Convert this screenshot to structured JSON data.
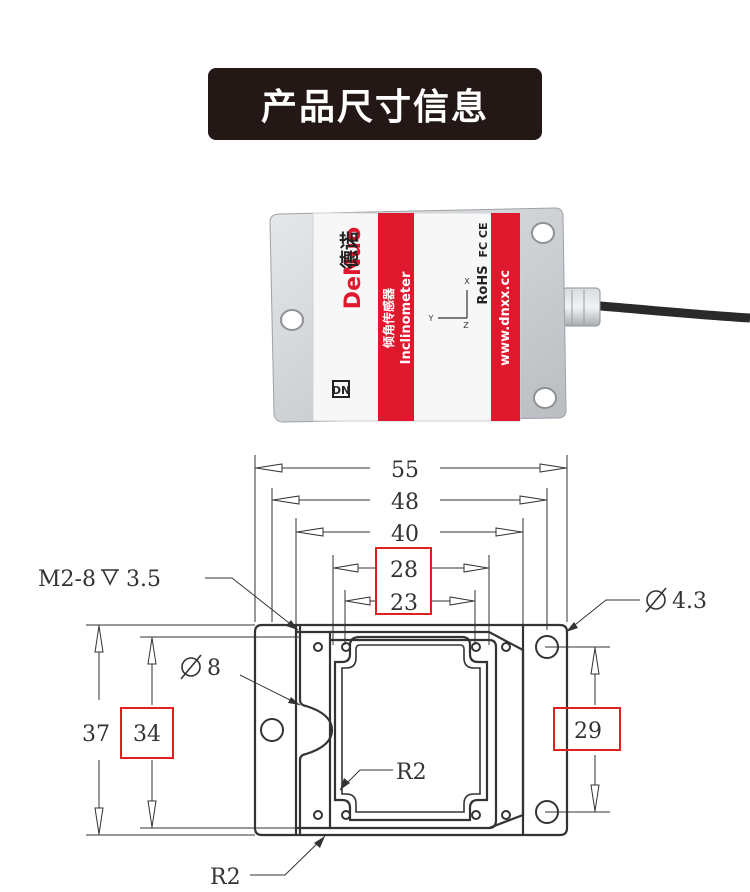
{
  "header": {
    "title": "产品尺寸信息"
  },
  "device": {
    "brand": "DeNuo",
    "brand_cn": "德诺",
    "product_cn": "倾角传感器",
    "product_en": "Inclinometer",
    "website": "www.dnxx.cc",
    "cert_rohs": "RoHS",
    "cert_fc_ce": "FC CE",
    "axis_x": "X",
    "axis_y": "Y",
    "axis_z": "Z",
    "accent_color": "#e0182d"
  },
  "dimensions": {
    "width_55": "55",
    "width_48": "48",
    "width_40": "40",
    "width_28": "28",
    "width_23": "23",
    "height_37": "37",
    "height_34": "34",
    "height_29": "29",
    "hole_note": "M2-8",
    "hole_depth": "3.5",
    "hole_diameter": "4.3",
    "notch_diameter": "8",
    "radius_inner": "R2",
    "radius_outer": "R2",
    "highlight_color": "#e02020"
  }
}
